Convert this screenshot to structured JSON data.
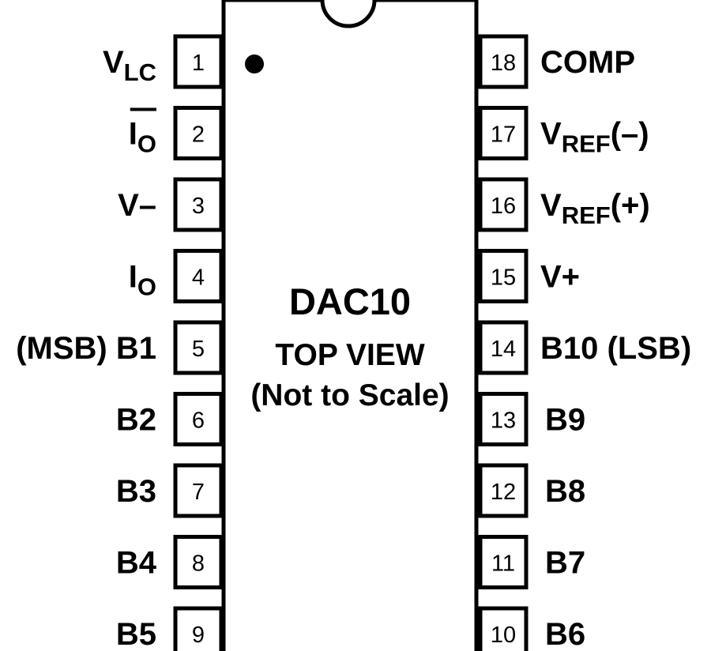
{
  "chip": {
    "part_number": "DAC10",
    "view_label": "TOP VIEW",
    "scale_note": "(Not to Scale)"
  },
  "left_pins": [
    {
      "num": "1",
      "main": "V",
      "sub": "LC",
      "prefix": "",
      "overbar": false
    },
    {
      "num": "2",
      "main": "I",
      "sub": "O",
      "prefix": "",
      "overbar": true
    },
    {
      "num": "3",
      "main": "V–",
      "sub": "",
      "prefix": "",
      "overbar": false
    },
    {
      "num": "4",
      "main": "I",
      "sub": "O",
      "prefix": "",
      "overbar": false
    },
    {
      "num": "5",
      "main": "B1",
      "sub": "",
      "prefix": "(MSB) ",
      "overbar": false
    },
    {
      "num": "6",
      "main": "B2",
      "sub": "",
      "prefix": "",
      "overbar": false
    },
    {
      "num": "7",
      "main": "B3",
      "sub": "",
      "prefix": "",
      "overbar": false
    },
    {
      "num": "8",
      "main": "B4",
      "sub": "",
      "prefix": "",
      "overbar": false
    },
    {
      "num": "9",
      "main": "B5",
      "sub": "",
      "prefix": "",
      "overbar": false
    }
  ],
  "right_pins": [
    {
      "num": "18",
      "main": "COMP",
      "sub": "",
      "suffix": ""
    },
    {
      "num": "17",
      "main": "V",
      "sub": "REF",
      "suffix": "(–)"
    },
    {
      "num": "16",
      "main": "V",
      "sub": "REF",
      "suffix": "(+)"
    },
    {
      "num": "15",
      "main": "V+",
      "sub": "",
      "suffix": ""
    },
    {
      "num": "14",
      "main": "B10 (LSB)",
      "sub": "",
      "suffix": ""
    },
    {
      "num": "13",
      "main": "B9",
      "sub": "",
      "suffix": ""
    },
    {
      "num": "12",
      "main": "B8",
      "sub": "",
      "suffix": ""
    },
    {
      "num": "11",
      "main": "B7",
      "sub": "",
      "suffix": ""
    },
    {
      "num": "10",
      "main": "B6",
      "sub": "",
      "suffix": ""
    }
  ]
}
